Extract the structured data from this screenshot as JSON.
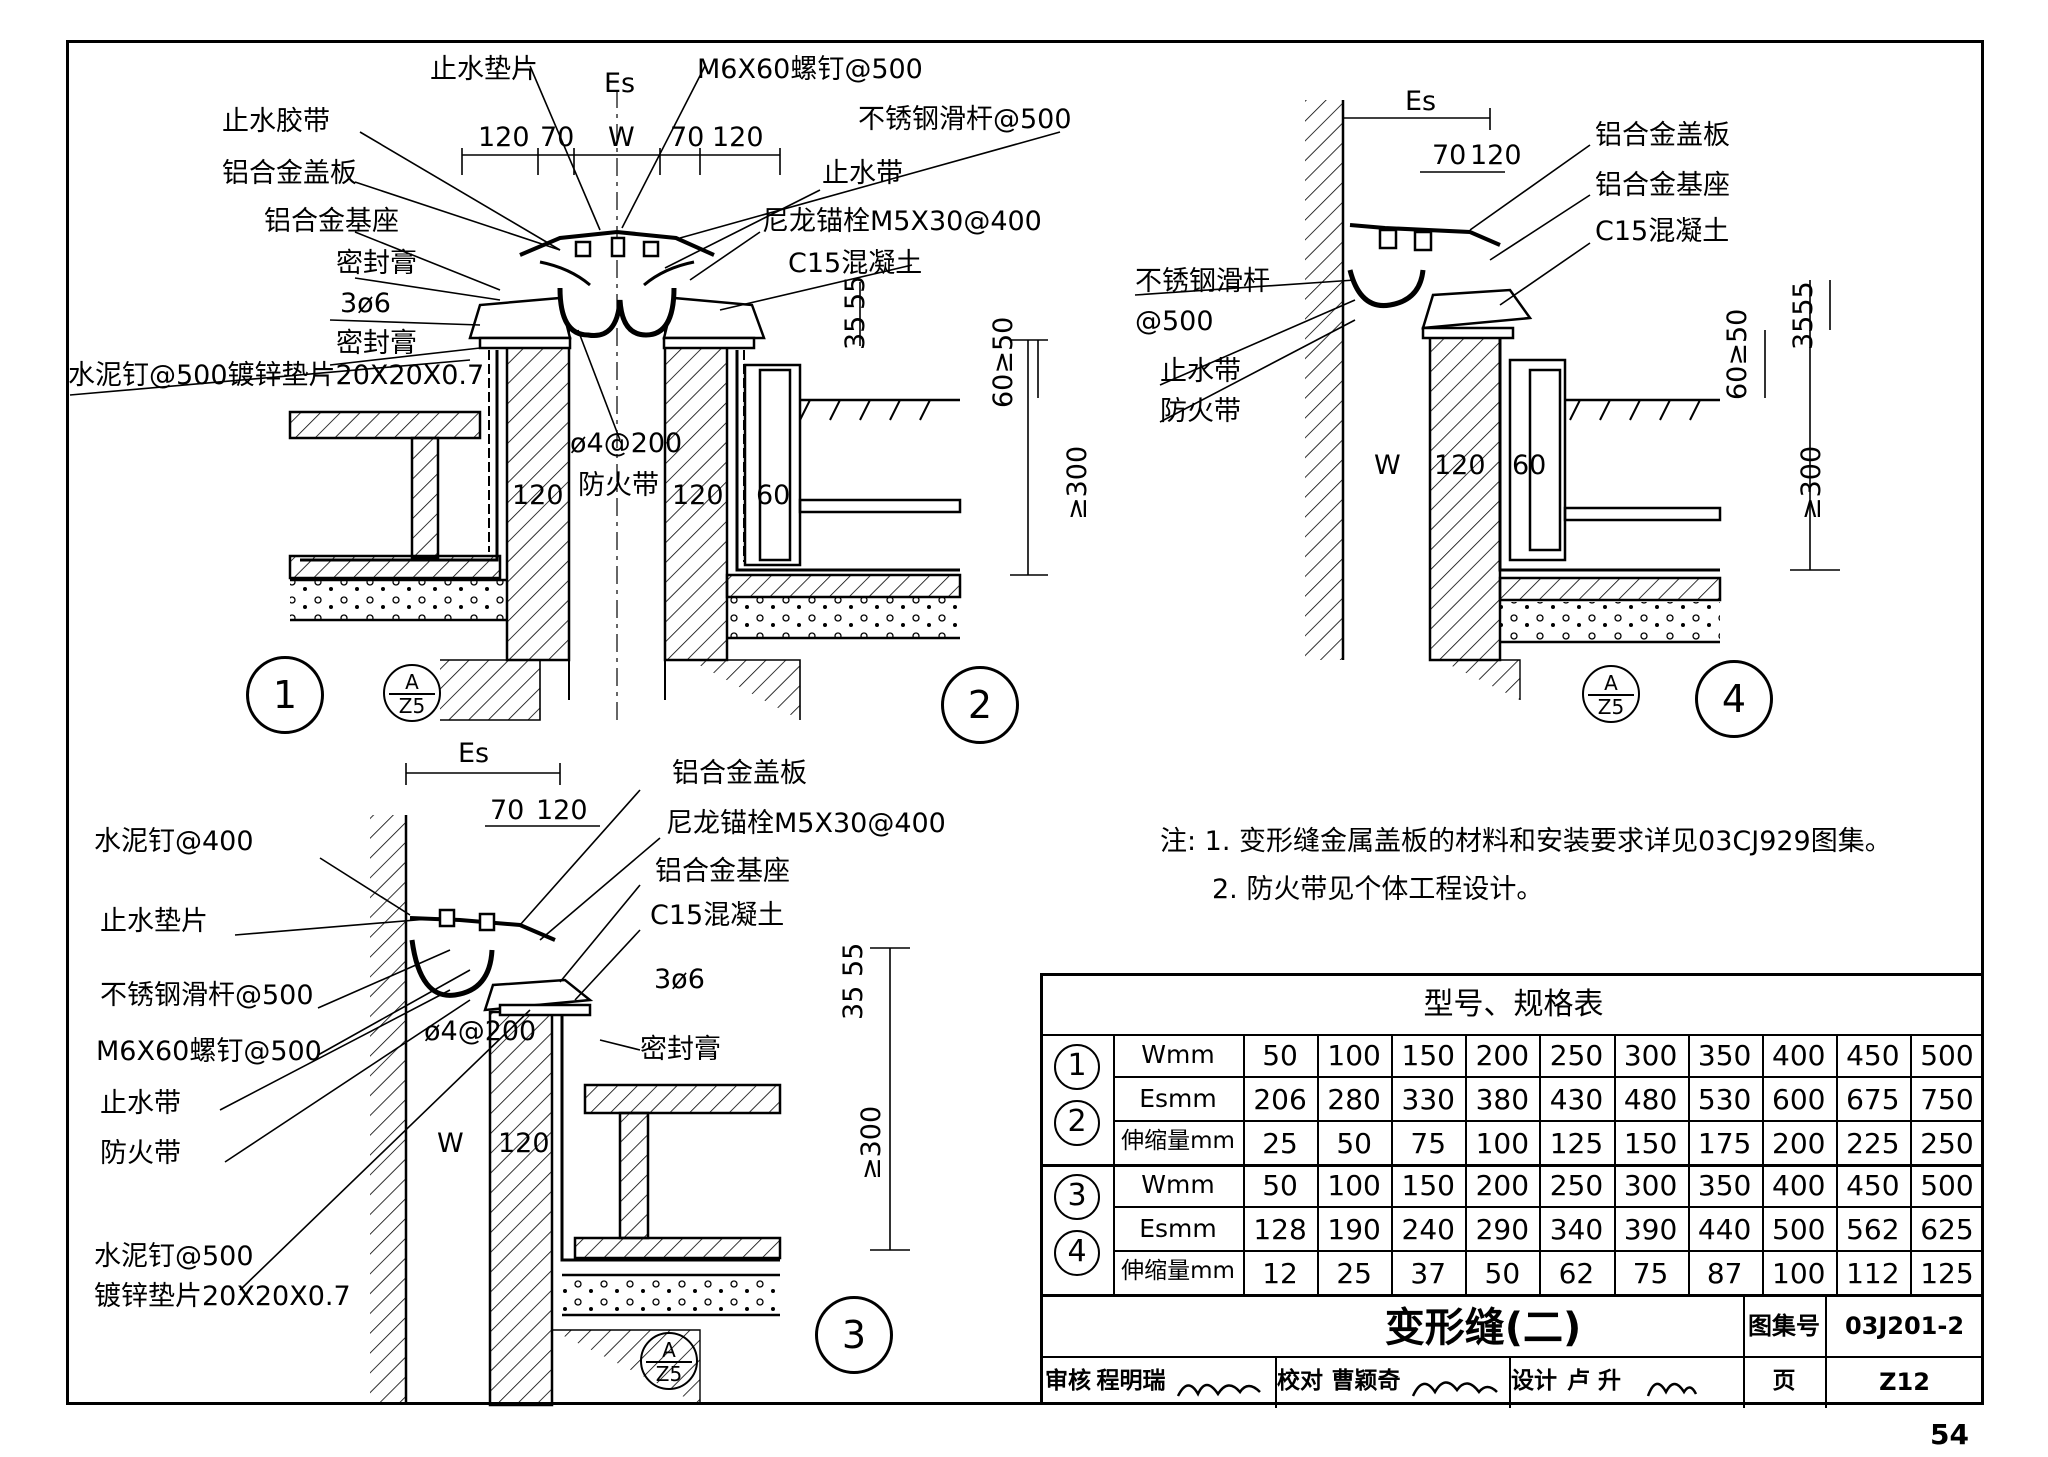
{
  "detail1": {
    "labels": {
      "water_stop_gasket": "止水垫片",
      "screw": "M6X60螺钉@500",
      "es": "Es",
      "water_stop_rubber": "止水胶带",
      "dims_top": [
        "120",
        "70",
        "W",
        "70",
        "120"
      ],
      "stainless_rod": "不锈钢滑杆@500",
      "al_cover": "铝合金盖板",
      "water_stop_belt": "止水带",
      "al_base": "铝合金基座",
      "nylon_anchor": "尼龙锚栓M5X30@400",
      "sealant_top": "密封膏",
      "c15": "C15混凝土",
      "rebar": "3ø6",
      "sealant_bottom": "密封膏",
      "cement_nail": "水泥钉@500镀锌垫片20X20X0.7",
      "tie": "ø4@200",
      "fire_belt": "防火带",
      "dim_120_left": "120",
      "dim_120_right": "120",
      "dim_60": "60",
      "dim_35": "35",
      "dim_55": "55",
      "dim_ge50": "60≥50",
      "dim_ge300": "≥300"
    },
    "number": "1",
    "ref_top": "A",
    "ref_bottom": "Z5"
  },
  "detail2": {
    "number": "2"
  },
  "detail4": {
    "labels": {
      "es": "Es",
      "dim_70": "70",
      "dim_120": "120",
      "al_cover": "铝合金盖板",
      "al_base": "铝合金基座",
      "c15": "C15混凝土",
      "stainless_rod": "不锈钢滑杆",
      "at500": "@500",
      "water_stop_belt": "止水带",
      "fire_belt": "防火带",
      "w": "W",
      "dim_120b": "120",
      "dim_60": "60",
      "dim_3555": "3555",
      "dim_ge50": "60≥50",
      "dim_ge300": "≥300"
    },
    "number": "4",
    "ref_top": "A",
    "ref_bottom": "Z5"
  },
  "detail3": {
    "labels": {
      "es": "Es",
      "dim_70": "70",
      "dim_120": "120",
      "al_cover": "铝合金盖板",
      "nylon_anchor": "尼龙锚栓M5X30@400",
      "cement_nail_400": "水泥钉@400",
      "al_base": "铝合金基座",
      "c15": "C15混凝土",
      "water_stop_gasket": "止水垫片",
      "rebar": "3ø6",
      "stainless_rod": "不锈钢滑杆@500",
      "tie": "ø4@200",
      "screw": "M6X60螺钉@500",
      "sealant": "密封膏",
      "water_stop_belt": "止水带",
      "fire_belt": "防火带",
      "w": "W",
      "dim_120b": "120",
      "cement_nail_500": "水泥钉@500",
      "washer": "镀锌垫片20X20X0.7",
      "dim_3555": "35 55",
      "dim_ge300": "≥300"
    },
    "number": "3",
    "ref_top": "A",
    "ref_bottom": "Z5"
  },
  "notes": {
    "line1": "注: 1. 变形缝金属盖板的材料和安装要求详见03CJ929图集。",
    "line2": "2. 防火带见个体工程设计。"
  },
  "spec_table": {
    "title": "型号、规格表",
    "group1_ids": [
      "1",
      "2"
    ],
    "group2_ids": [
      "3",
      "4"
    ],
    "row_labels": [
      "Wmm",
      "Esmm",
      "伸缩量mm"
    ],
    "group1": {
      "W": [
        "50",
        "100",
        "150",
        "200",
        "250",
        "300",
        "350",
        "400",
        "450",
        "500"
      ],
      "Es": [
        "206",
        "280",
        "330",
        "380",
        "430",
        "480",
        "530",
        "600",
        "675",
        "750"
      ],
      "stretch": [
        "25",
        "50",
        "75",
        "100",
        "125",
        "150",
        "175",
        "200",
        "225",
        "250"
      ]
    },
    "group2": {
      "W": [
        "50",
        "100",
        "150",
        "200",
        "250",
        "300",
        "350",
        "400",
        "450",
        "500"
      ],
      "Es": [
        "128",
        "190",
        "240",
        "290",
        "340",
        "390",
        "440",
        "500",
        "562",
        "625"
      ],
      "stretch": [
        "12",
        "25",
        "37",
        "50",
        "62",
        "75",
        "87",
        "100",
        "112",
        "125"
      ]
    }
  },
  "title_block": {
    "title": "变形缝(二)",
    "atlas_label": "图集号",
    "atlas_no": "03J201-2",
    "review_label": "审核",
    "reviewer": "程明瑞",
    "check_label": "校对",
    "checker": "曹颖奇",
    "design_label": "设计",
    "designer": "卢 升",
    "page_label": "页",
    "page": "Z12"
  },
  "page_number": "54"
}
